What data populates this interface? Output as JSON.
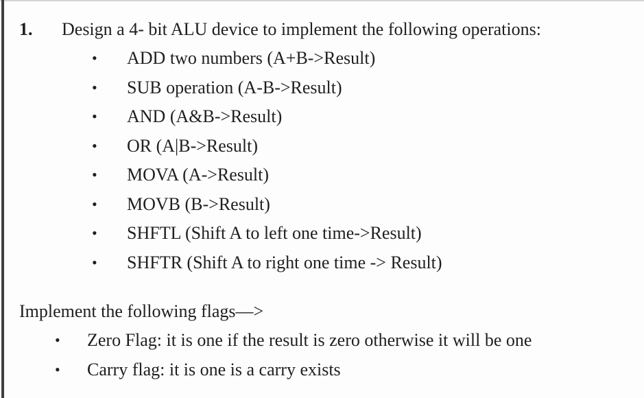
{
  "page": {
    "background_color": "#fdfdfd",
    "text_color": "#1f1f1f",
    "left_edge_color": "#3f3f3f",
    "top_edge_color": "#d4d4d4",
    "bullet_glyph": "•"
  },
  "question": {
    "number": "1.",
    "prompt": "Design a 4- bit ALU device to implement the following operations:",
    "operations": [
      "ADD two numbers (A+B->Result)",
      "SUB operation (A-B->Result)",
      "AND (A&B->Result)",
      "OR (A|B->Result)",
      "MOVA (A->Result)",
      "MOVB (B->Result)",
      "SHFTL (Shift A to left one time->Result)",
      "SHFTR (Shift A to right one time -> Result)"
    ],
    "flags_heading": "Implement the following flags—>",
    "flags": [
      "Zero Flag: it is one if the result is zero otherwise it will be one",
      "Carry flag: it is one is a carry exists"
    ]
  }
}
